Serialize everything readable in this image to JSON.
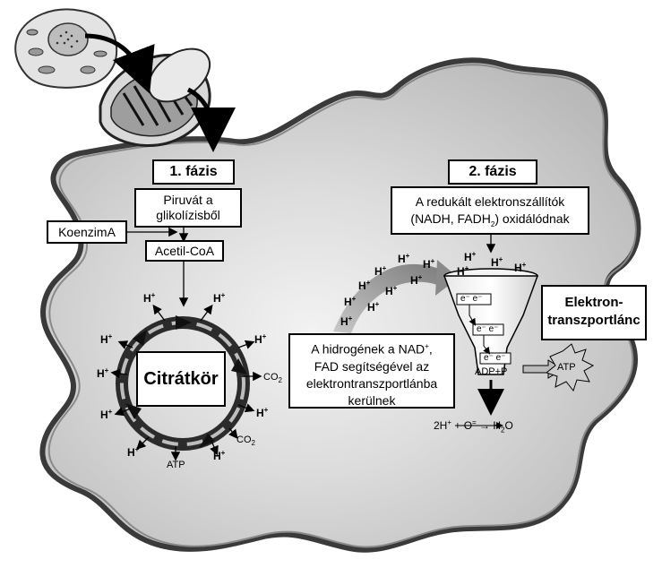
{
  "phase1": {
    "title": "1. fázis"
  },
  "phase2": {
    "title": "2. fázis"
  },
  "pyruvate_box": {
    "line1": "Piruvát a",
    "line2": "glikolízisből"
  },
  "coenzyme_box": {
    "label": "KoenzimA"
  },
  "acetyl_box": {
    "label": "Acetil-CoA"
  },
  "citrate_box": {
    "label": "Citrátkör"
  },
  "reduced_box": {
    "line1": "A redukált elektronszállítók",
    "line2_a": "(NADH, FADH",
    "line2_sub": "2",
    "line2_b": ") oxidálódnak"
  },
  "transport_box": {
    "line1_a": "A hidrogének a NAD",
    "line1_sup": "+",
    "line1_b": ",",
    "line2": "FAD segítségével az",
    "line3": "elektrontranszportlánba",
    "line4": "kerülnek"
  },
  "chain_box": {
    "line1": "Elektron-",
    "line2": "transzportlánc"
  },
  "cycle_labels": {
    "h": "H",
    "plus": "+",
    "co2_a": "CO",
    "co2_sub": "2",
    "atp": "ATP"
  },
  "funnel_labels": {
    "electron_pair": "e⁻ e⁻",
    "adp": "ADP+P",
    "atp": "ATP",
    "equation_a": "2H",
    "equation_plus": "+",
    "equation_b": " + O",
    "equation_eq": "=",
    "equation_c": " → H",
    "equation_sub": "2",
    "equation_d": "O"
  },
  "colors": {
    "cell_fill": "#c8c8c8",
    "cell_outline": "#3a3a3a",
    "cycle_ring": "#2b2b2b",
    "arrow_band": "#9a9a9a",
    "mito_fill": "#d9d9d9"
  }
}
